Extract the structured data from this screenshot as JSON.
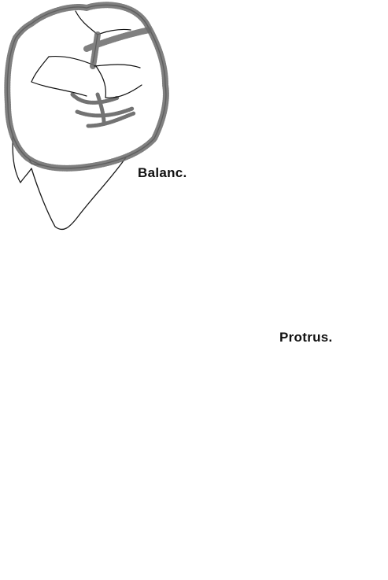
{
  "labels": {
    "balancing": "Balanc.",
    "protrusive": "Protrus."
  },
  "figures": [
    {
      "name": "tooth-working"
    },
    {
      "name": "tooth-balancing"
    },
    {
      "name": "tooth-protrusive"
    }
  ],
  "colors": {
    "line": "#1a1a1a",
    "stipple": "#6a6a6a",
    "background": "#ffffff"
  }
}
